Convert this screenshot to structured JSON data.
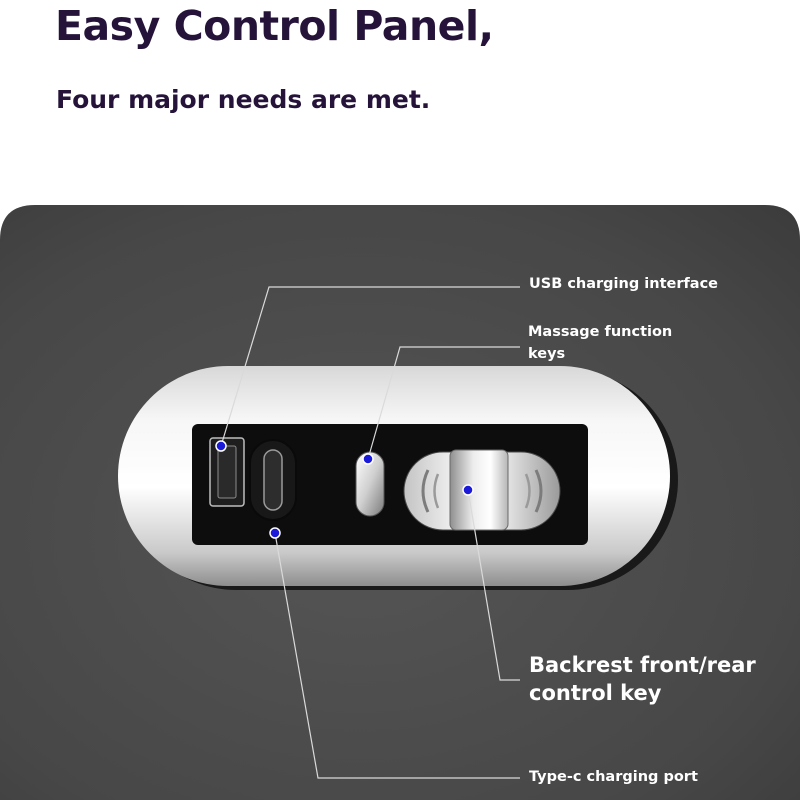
{
  "header": {
    "title": "Easy Control Panel,",
    "subtitle": "Four major needs are met."
  },
  "callouts": {
    "usb": "USB charging interface",
    "massage_line1": "Massage function",
    "massage_line2": "keys",
    "backrest_line1": "Backrest front/rear",
    "backrest_line2": "control key",
    "typec": "Type-c charging port"
  },
  "colors": {
    "headline": "#25133a",
    "leather": "#4a4a4a",
    "marker": "#1a1ad8",
    "callout_text": "#ffffff"
  }
}
